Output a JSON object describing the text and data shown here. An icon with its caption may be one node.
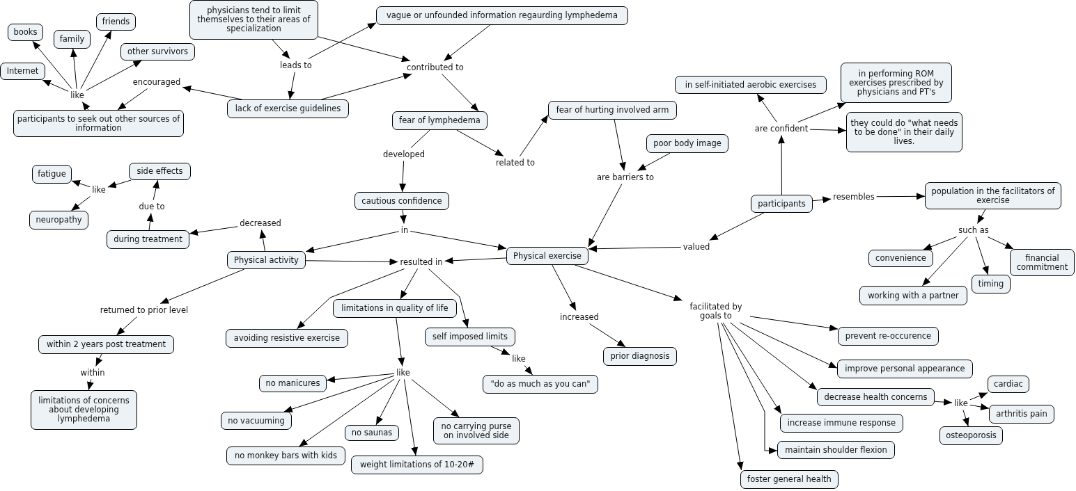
{
  "diagram": {
    "nodes": [
      {
        "text": [
          "physicians tend to limit themselves to their areas of specialization"
        ]
      },
      {
        "text": [
          "vague or unfounded information regaurding lymphedema"
        ]
      },
      {
        "text": [
          "books"
        ]
      },
      {
        "text": [
          "family"
        ]
      },
      {
        "text": [
          "friends"
        ]
      },
      {
        "text": [
          "other survivors"
        ]
      },
      {
        "text": [
          "Internet"
        ]
      },
      {
        "text": [
          "leads to"
        ]
      },
      {
        "text": [
          "contributed to"
        ]
      },
      {
        "text": [
          "in self-initiated aerobic exercises"
        ]
      },
      {
        "text": [
          "in performing ROM exercises prescribed by physicians and PT's"
        ]
      },
      {
        "text": [
          "encouraged"
        ]
      },
      {
        "text": [
          "like"
        ]
      },
      {
        "text": [
          "lack of exercise guidelines"
        ]
      },
      {
        "text": [
          "fear of hurting involved arm"
        ]
      },
      {
        "text": [
          "participants to seek out other sources of information"
        ]
      },
      {
        "text": [
          "fear of lymphedema"
        ]
      },
      {
        "text": [
          "they could do \"what needs to be done\" in their daily lives."
        ]
      },
      {
        "text": [
          "are confident"
        ]
      },
      {
        "text": [
          "poor body image"
        ]
      },
      {
        "text": [
          "developed"
        ]
      },
      {
        "text": [
          "related to"
        ]
      },
      {
        "text": [
          "side effects"
        ]
      },
      {
        "text": [
          "fatigue"
        ]
      },
      {
        "text": [
          "are barriers to"
        ]
      },
      {
        "text": [
          "population in the facilitators of exercise"
        ]
      },
      {
        "text": [
          "like"
        ]
      },
      {
        "text": [
          "cautious confidence"
        ]
      },
      {
        "text": [
          "participants"
        ]
      },
      {
        "text": [
          "resembles"
        ]
      },
      {
        "text": [
          "due to"
        ]
      },
      {
        "text": [
          "neuropathy"
        ]
      },
      {
        "text": [
          "decreased"
        ]
      },
      {
        "text": [
          "such as"
        ]
      },
      {
        "text": [
          "in"
        ]
      },
      {
        "text": [
          "during treatment"
        ]
      },
      {
        "text": [
          "valued"
        ]
      },
      {
        "text": [
          "Physical exercise"
        ]
      },
      {
        "text": [
          "convenience"
        ]
      },
      {
        "text": [
          "financial commitment"
        ]
      },
      {
        "text": [
          "Physical activity"
        ]
      },
      {
        "text": [
          "resulted in"
        ]
      },
      {
        "text": [
          "timing"
        ]
      },
      {
        "text": [
          "working with a partner"
        ]
      },
      {
        "text": [
          "limitations in quality of life"
        ]
      },
      {
        "text": [
          "returned to prior level"
        ]
      },
      {
        "text": [
          "facilitated by goals to"
        ]
      },
      {
        "text": [
          "increased"
        ]
      },
      {
        "text": [
          "prevent re-occurence"
        ]
      },
      {
        "text": [
          "avoiding resistive exercise"
        ]
      },
      {
        "text": [
          "self imposed limits"
        ]
      },
      {
        "text": [
          "within 2 years post treatment"
        ]
      },
      {
        "text": [
          "prior diagnosis"
        ]
      },
      {
        "text": [
          "like"
        ]
      },
      {
        "text": [
          "improve personal appearance"
        ]
      },
      {
        "text": [
          "like"
        ]
      },
      {
        "text": [
          "within"
        ]
      },
      {
        "text": [
          "no manicures"
        ]
      },
      {
        "text": [
          "\"do as much as you can\""
        ]
      },
      {
        "text": [
          "cardiac"
        ]
      },
      {
        "text": [
          "decrease health concerns"
        ]
      },
      {
        "text": [
          "like"
        ]
      },
      {
        "text": [
          "limitations of concerns about developing lymphedema"
        ]
      },
      {
        "text": [
          "arthritis pain"
        ]
      },
      {
        "text": [
          "no vacuuming"
        ]
      },
      {
        "text": [
          "increase immune response"
        ]
      },
      {
        "text": [
          "no carrying purse on involved side"
        ]
      },
      {
        "text": [
          "no saunas"
        ]
      },
      {
        "text": [
          "osteoporosis"
        ]
      },
      {
        "text": [
          "maintain shoulder flexion"
        ]
      },
      {
        "text": [
          "no monkey bars with kids"
        ]
      },
      {
        "text": [
          "weight limitations of 10-20#"
        ]
      },
      {
        "text": [
          "foster general health"
        ]
      }
    ],
    "edges": [
      {
        "from": 0,
        "to": 7,
        "arrow": "to"
      },
      {
        "from": 7,
        "to": 1,
        "arrow": "to"
      },
      {
        "from": 7,
        "to": 13,
        "arrow": "to"
      },
      {
        "from": 0,
        "to": 8,
        "arrow": "to"
      },
      {
        "from": 13,
        "to": 8,
        "arrow": "to"
      },
      {
        "from": 1,
        "to": 8,
        "arrow": "to"
      },
      {
        "from": 8,
        "to": 16,
        "arrow": "to"
      },
      {
        "from": 13,
        "to": 11,
        "arrow": "to"
      },
      {
        "from": 11,
        "to": 15,
        "arrow": "to"
      },
      {
        "from": 15,
        "to": 12,
        "arrow": "to"
      },
      {
        "from": 12,
        "to": 2,
        "arrow": "to"
      },
      {
        "from": 12,
        "to": 3,
        "arrow": "to"
      },
      {
        "from": 12,
        "to": 4,
        "arrow": "to"
      },
      {
        "from": 12,
        "to": 5,
        "arrow": "to"
      },
      {
        "from": 12,
        "to": 6,
        "arrow": "to"
      },
      {
        "from": 16,
        "to": 20,
        "arrow": "none"
      },
      {
        "from": 20,
        "to": 27,
        "arrow": "to"
      },
      {
        "from": 16,
        "to": 21,
        "arrow": "to"
      },
      {
        "from": 21,
        "to": 14,
        "arrow": "to"
      },
      {
        "from": 14,
        "to": 24,
        "arrow": "to"
      },
      {
        "from": 19,
        "to": 24,
        "arrow": "to"
      },
      {
        "from": 24,
        "to": 37,
        "arrow": "to"
      },
      {
        "from": 28,
        "to": 18,
        "arrow": "to"
      },
      {
        "from": 18,
        "to": 9,
        "arrow": "to"
      },
      {
        "from": 18,
        "to": 10,
        "arrow": "to"
      },
      {
        "from": 18,
        "to": 17,
        "arrow": "to"
      },
      {
        "from": 28,
        "to": 29,
        "arrow": "to"
      },
      {
        "from": 29,
        "to": 25,
        "arrow": "to"
      },
      {
        "from": 25,
        "to": 33,
        "arrow": "to"
      },
      {
        "from": 33,
        "to": 38,
        "arrow": "to"
      },
      {
        "from": 33,
        "to": 43,
        "arrow": "to"
      },
      {
        "from": 33,
        "to": 42,
        "arrow": "to"
      },
      {
        "from": 33,
        "to": 39,
        "arrow": "to"
      },
      {
        "from": 28,
        "to": 36,
        "arrow": "to"
      },
      {
        "from": 36,
        "to": 37,
        "arrow": "to"
      },
      {
        "from": 22,
        "to": 26,
        "arrow": "to"
      },
      {
        "from": 26,
        "to": 23,
        "arrow": "to"
      },
      {
        "from": 26,
        "to": 31,
        "arrow": "to"
      },
      {
        "from": 35,
        "to": 30,
        "arrow": "to"
      },
      {
        "from": 30,
        "to": 22,
        "arrow": "to"
      },
      {
        "from": 40,
        "to": 32,
        "arrow": "to"
      },
      {
        "from": 32,
        "to": 35,
        "arrow": "to"
      },
      {
        "from": 27,
        "to": 34,
        "arrow": "to"
      },
      {
        "from": 34,
        "to": 40,
        "arrow": "to"
      },
      {
        "from": 34,
        "to": 37,
        "arrow": "to"
      },
      {
        "from": 40,
        "to": 41,
        "arrow": "to"
      },
      {
        "from": 37,
        "to": 41,
        "arrow": "to"
      },
      {
        "from": 41,
        "to": 44,
        "arrow": "to"
      },
      {
        "from": 41,
        "to": 49,
        "arrow": "to"
      },
      {
        "from": 41,
        "to": 50,
        "arrow": "to"
      },
      {
        "from": 44,
        "to": 55,
        "arrow": "to"
      },
      {
        "from": 55,
        "to": 57,
        "arrow": "to"
      },
      {
        "from": 55,
        "to": 64,
        "arrow": "to"
      },
      {
        "from": 55,
        "to": 70,
        "arrow": "to"
      },
      {
        "from": 55,
        "to": 67,
        "arrow": "to"
      },
      {
        "from": 55,
        "to": 71,
        "arrow": "to"
      },
      {
        "from": 55,
        "to": 66,
        "arrow": "to"
      },
      {
        "from": 50,
        "to": 53,
        "arrow": "to"
      },
      {
        "from": 53,
        "to": 58,
        "arrow": "to"
      },
      {
        "from": 40,
        "to": 45,
        "arrow": "to"
      },
      {
        "from": 45,
        "to": 51,
        "arrow": "to"
      },
      {
        "from": 51,
        "to": 56,
        "arrow": "to"
      },
      {
        "from": 56,
        "to": 62,
        "arrow": "to"
      },
      {
        "from": 37,
        "to": 47,
        "arrow": "to"
      },
      {
        "from": 47,
        "to": 52,
        "arrow": "to"
      },
      {
        "from": 37,
        "to": 46,
        "arrow": "to"
      },
      {
        "from": 46,
        "to": 48,
        "arrow": "to"
      },
      {
        "from": 46,
        "to": 54,
        "arrow": "to"
      },
      {
        "from": 46,
        "to": 60,
        "arrow": "to"
      },
      {
        "from": 46,
        "to": 65,
        "arrow": "to"
      },
      {
        "from": 46,
        "to": 69,
        "arrow": "to"
      },
      {
        "from": 46,
        "to": 72,
        "arrow": "to"
      },
      {
        "from": 60,
        "to": 61,
        "arrow": "to"
      },
      {
        "from": 61,
        "to": 59,
        "arrow": "to"
      },
      {
        "from": 61,
        "to": 63,
        "arrow": "to"
      },
      {
        "from": 61,
        "to": 68,
        "arrow": "to"
      }
    ]
  }
}
